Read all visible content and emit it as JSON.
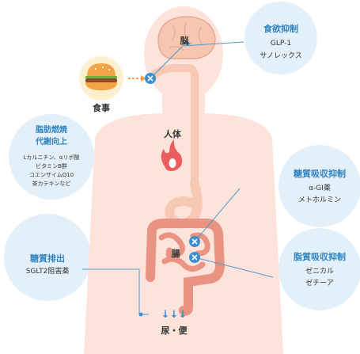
{
  "body": {
    "brain": "脳",
    "human": "人体",
    "intestine": "腸",
    "excretion": "尿・便",
    "arrows": "↓↓↓"
  },
  "food": {
    "label": "食事"
  },
  "appetite": {
    "title": "食欲抑制",
    "items": [
      "GLP-1",
      "サノレックス"
    ]
  },
  "fat_burn": {
    "title_lines": [
      "脂肪燃焼",
      "代謝向上"
    ],
    "items": [
      "Lカルニチン、αリポ酸",
      "ビタミンB群",
      "コエンザイムQ10",
      "茶カテキンなど"
    ]
  },
  "sugar_absorb": {
    "title": "糖質吸収抑制",
    "items": [
      "α-GI薬",
      "メトホルミン"
    ]
  },
  "fat_absorb": {
    "title": "脂質吸収抑制",
    "items": [
      "ゼニカル",
      "ゼチーア"
    ]
  },
  "sugar_excrete": {
    "title": "糖質排出",
    "items": [
      "SGLT2阻害薬"
    ]
  },
  "colors": {
    "body_fill": "#fde3d9",
    "bubble_fill": "#e3f0fa",
    "accent_blue": "#2f83bf",
    "marker_blue": "#3a8fd0",
    "brain_fill": "#f6c6b1",
    "intestine": "#e99383",
    "flame": "#ee5d5d",
    "leader_line": "#4f9ad3",
    "food_arrow": "#f5a04d"
  }
}
